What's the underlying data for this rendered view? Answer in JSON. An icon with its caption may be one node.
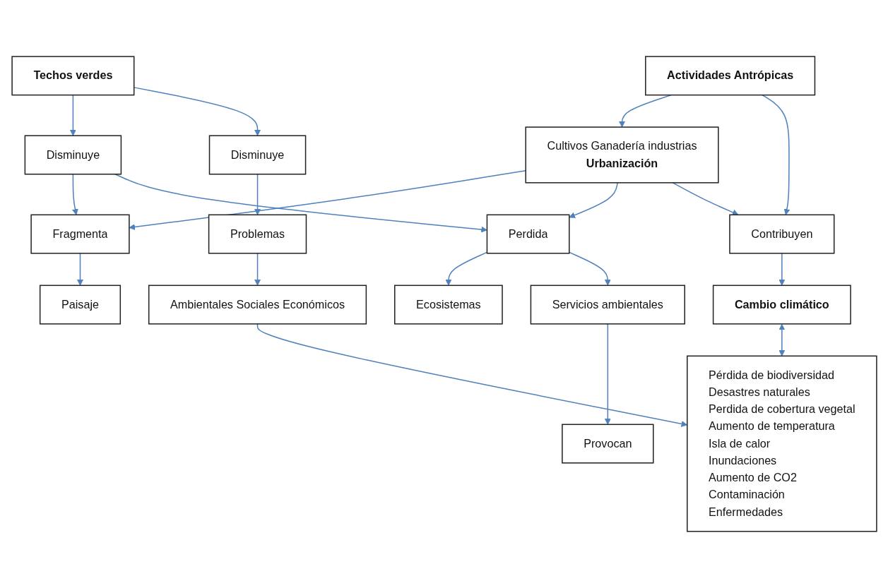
{
  "diagram": {
    "nodes": [
      {
        "text": [
          "Actividades Antrópicas"
        ]
      },
      {
        "text": [
          "Cultivos Ganadería industrias",
          "Urbanización"
        ]
      },
      {
        "text": [
          "Fragmenta"
        ]
      },
      {
        "text": [
          "Paisaje"
        ]
      },
      {
        "text": [
          "Disminuye"
        ]
      },
      {
        "text": [
          "Perdida"
        ]
      },
      {
        "text": [
          "Ecosistemas"
        ]
      },
      {
        "text": [
          "Servicios ambientales"
        ]
      },
      {
        "text": [
          "Techos verdes"
        ]
      },
      {
        "text": [
          "Contribuyen"
        ]
      },
      {
        "text": [
          "Provocan"
        ]
      },
      {
        "text": [
          "Cambio climático"
        ]
      },
      {
        "text": [
          "Problemas"
        ]
      },
      {
        "text": [
          "Disminuye"
        ]
      },
      {
        "text": [
          "Ambientales Sociales Económicos"
        ]
      },
      {
        "text": [
          "Pérdida de biodiversidad",
          "Desastres naturales",
          "Perdida de cobertura vegetal",
          "Aumento de temperatura",
          "Isla de calor",
          "Inundaciones",
          "Aumento de CO2",
          "Contaminación",
          "Enfermedades"
        ]
      }
    ],
    "edges": [
      {
        "from": 0,
        "to": 1,
        "arrow": "to"
      },
      {
        "from": 1,
        "to": 2,
        "arrow": "to"
      },
      {
        "from": 2,
        "to": 3,
        "arrow": "to"
      },
      {
        "from": 4,
        "to": 2,
        "arrow": "to"
      },
      {
        "from": 4,
        "to": 5,
        "arrow": "to"
      },
      {
        "from": 1,
        "to": 5,
        "arrow": "to"
      },
      {
        "from": 5,
        "to": 6,
        "arrow": "to"
      },
      {
        "from": 5,
        "to": 7,
        "arrow": "to"
      },
      {
        "from": 8,
        "to": 4,
        "arrow": "to"
      },
      {
        "from": 0,
        "to": 9,
        "arrow": "to"
      },
      {
        "from": 1,
        "to": 9,
        "arrow": "to"
      },
      {
        "from": 7,
        "to": 10,
        "arrow": "to"
      },
      {
        "from": 9,
        "to": 11,
        "arrow": "to"
      },
      {
        "from": 8,
        "to": 13,
        "arrow": "to"
      },
      {
        "from": 13,
        "to": 12,
        "arrow": "to"
      },
      {
        "from": 12,
        "to": 14,
        "arrow": "to"
      },
      {
        "from": 14,
        "to": 15,
        "arrow": "to"
      },
      {
        "from": 11,
        "to": 15,
        "arrow": "both"
      }
    ]
  }
}
